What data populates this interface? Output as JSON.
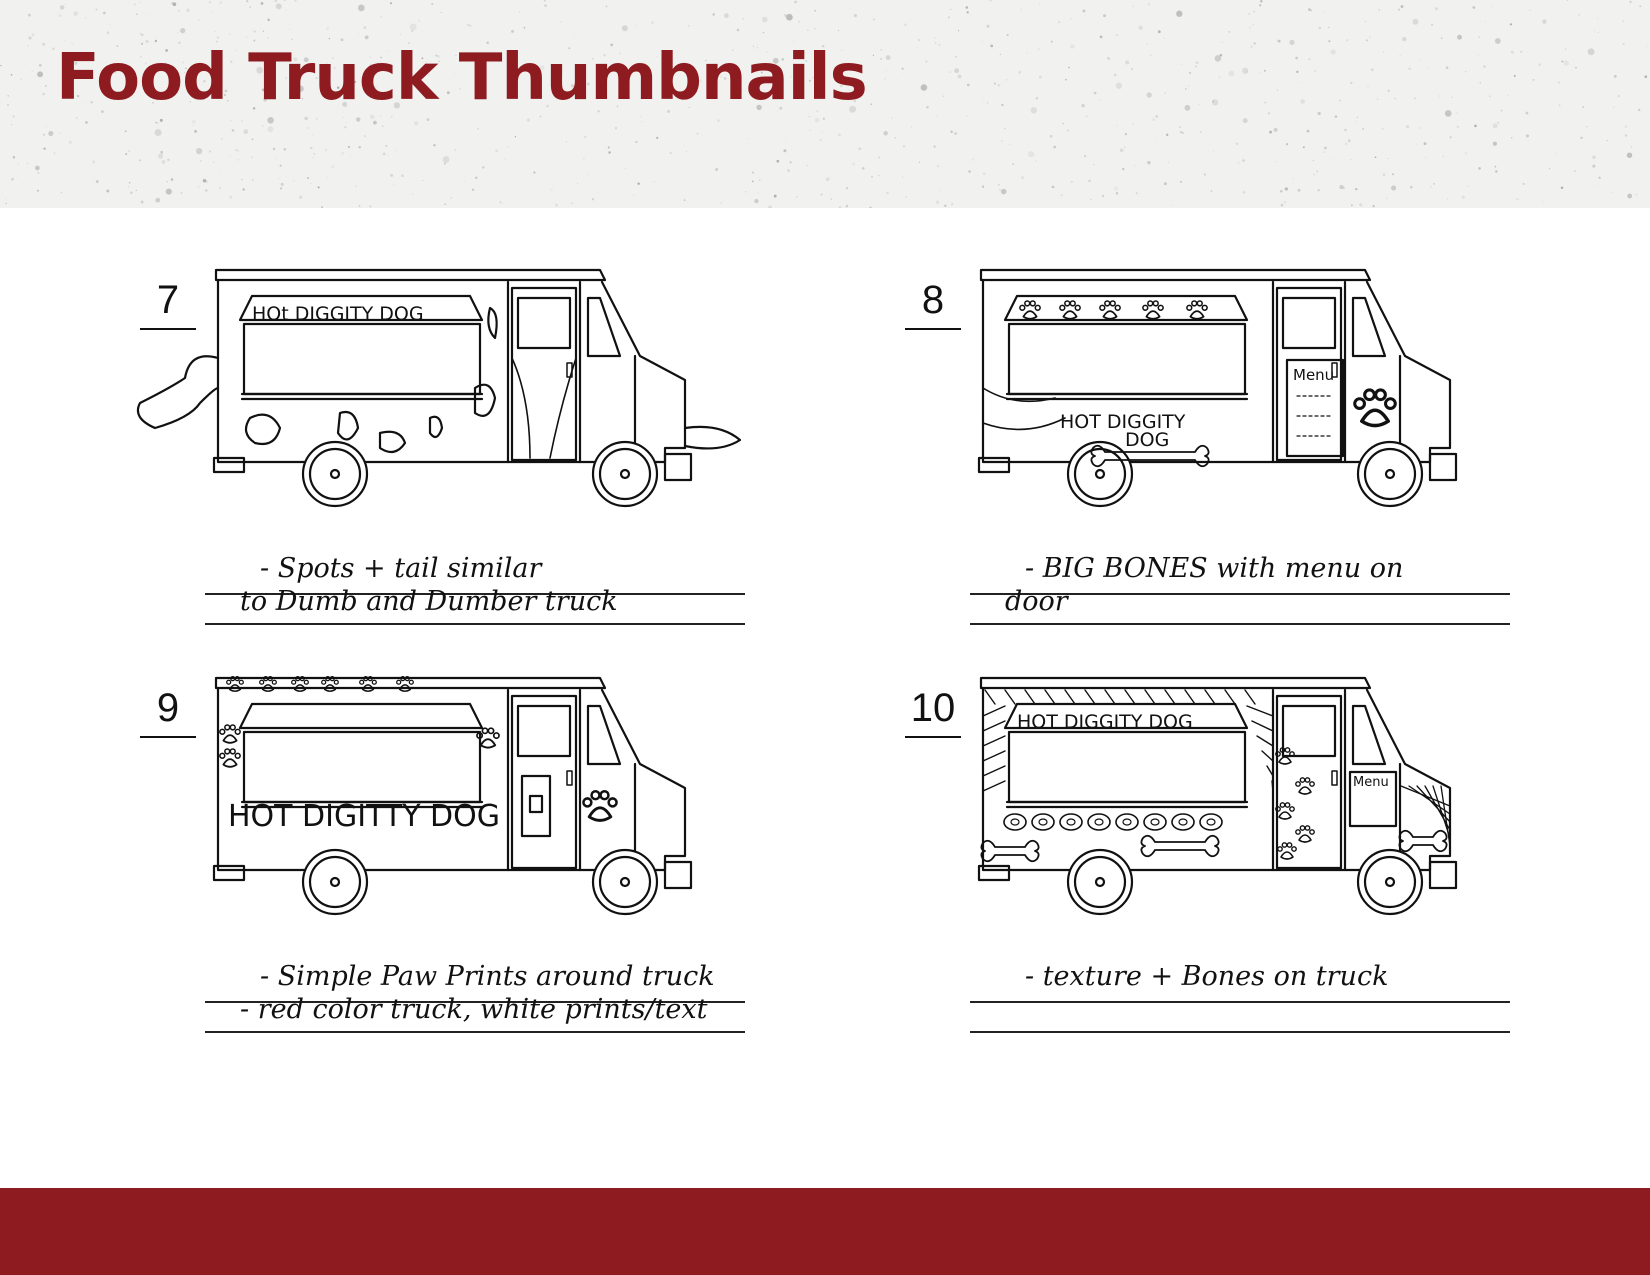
{
  "title": "Food Truck Thumbnails",
  "colors": {
    "brand_red": "#8e1b1f",
    "header_bg": "#f1f1f0",
    "ink": "#111111"
  },
  "panels": [
    {
      "number": "7",
      "truck_text": "HOt DIGGITY DOG",
      "truck_text_2": "",
      "note_line_1": "- Spots + tail similar",
      "note_line_2": "to Dumb and Dumber truck"
    },
    {
      "number": "8",
      "truck_text": "HOT DIGGITY",
      "truck_text_2": "DOG",
      "door_menu": "Menu",
      "note_line_1": "- BIG BONES with menu on",
      "note_line_2": "door"
    },
    {
      "number": "9",
      "truck_text": "HOT DIGITTY DOG",
      "truck_text_2": "",
      "note_line_1": "- Simple Paw Prints around truck",
      "note_line_2": "- red color truck, white prints/text"
    },
    {
      "number": "10",
      "truck_text": "HOT DIGGITY DOG",
      "truck_text_2": "",
      "door_menu": "Menu",
      "note_line_1": "- texture + Bones on truck",
      "note_line_2": ""
    }
  ]
}
